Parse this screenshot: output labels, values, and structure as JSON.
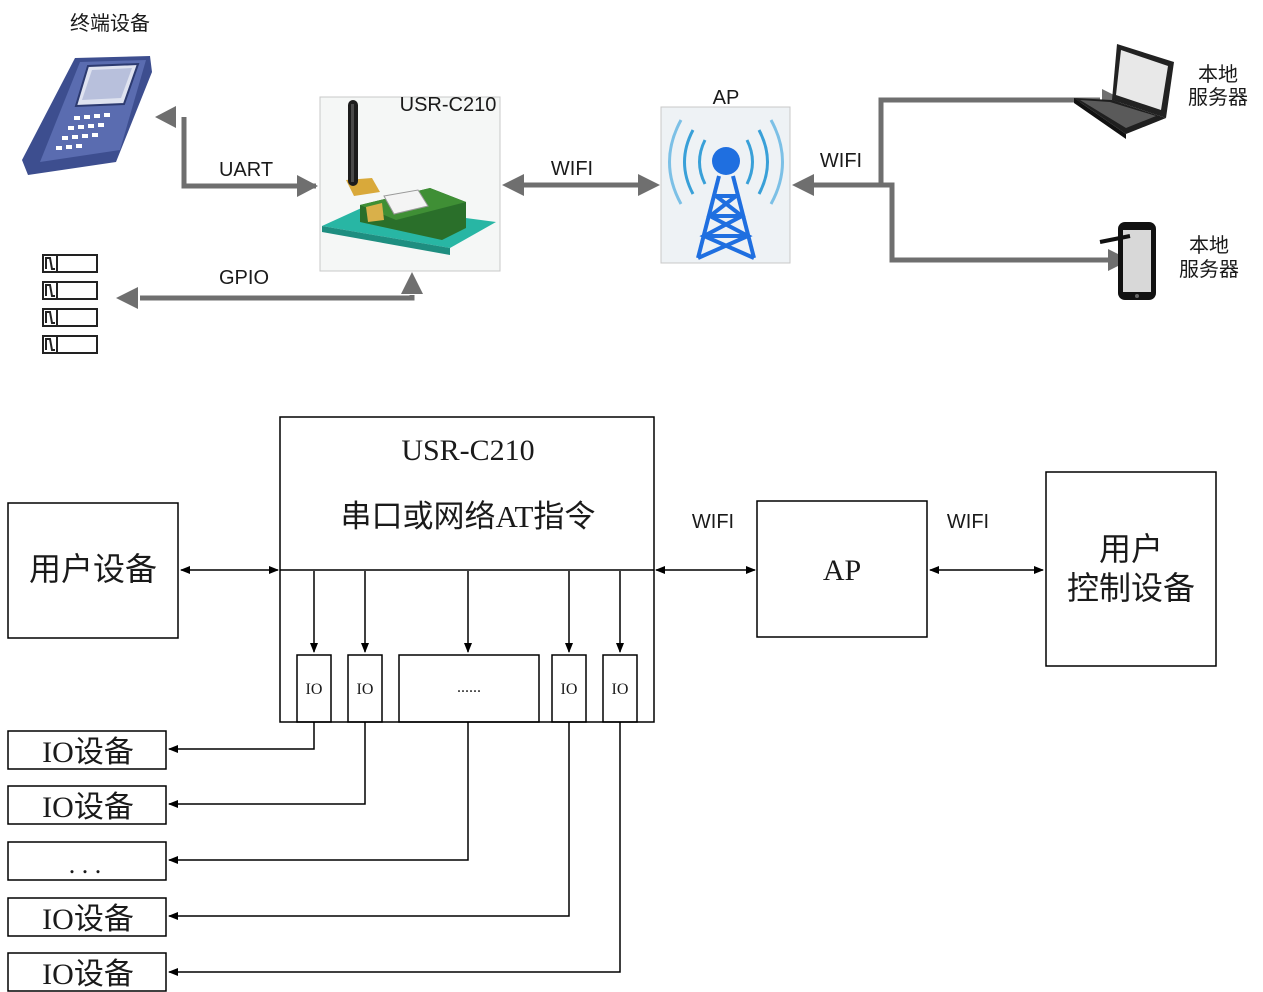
{
  "top": {
    "terminal_label": "终端设备",
    "module_label": "USR-C210",
    "ap_label": "AP",
    "uart_label": "UART",
    "gpio_label": "GPIO",
    "wifi_left_label": "WIFI",
    "wifi_right_label": "WIFI",
    "server1_line1": "本地",
    "server1_line2": "服务器",
    "server2_line1": "本地",
    "server2_line2": "服务器"
  },
  "bottom": {
    "user_device": "用户设备",
    "module_title": "USR-C210",
    "module_subtitle": "串口或网络AT指令",
    "wifi_left": "WIFI",
    "wifi_right": "WIFI",
    "ap": "AP",
    "control_line1": "用户",
    "control_line2": "控制设备",
    "io_ports": [
      "IO",
      "IO",
      "......",
      "IO",
      "IO"
    ],
    "io_devices": [
      "IO设备",
      "IO设备",
      ". . .",
      "IO设备",
      "IO设备"
    ]
  },
  "colors": {
    "grey_arrow": "#6f6f6f",
    "device_blue": "#4a5ea0",
    "antenna_blue": "#1f6fe0",
    "line": "#000000"
  }
}
